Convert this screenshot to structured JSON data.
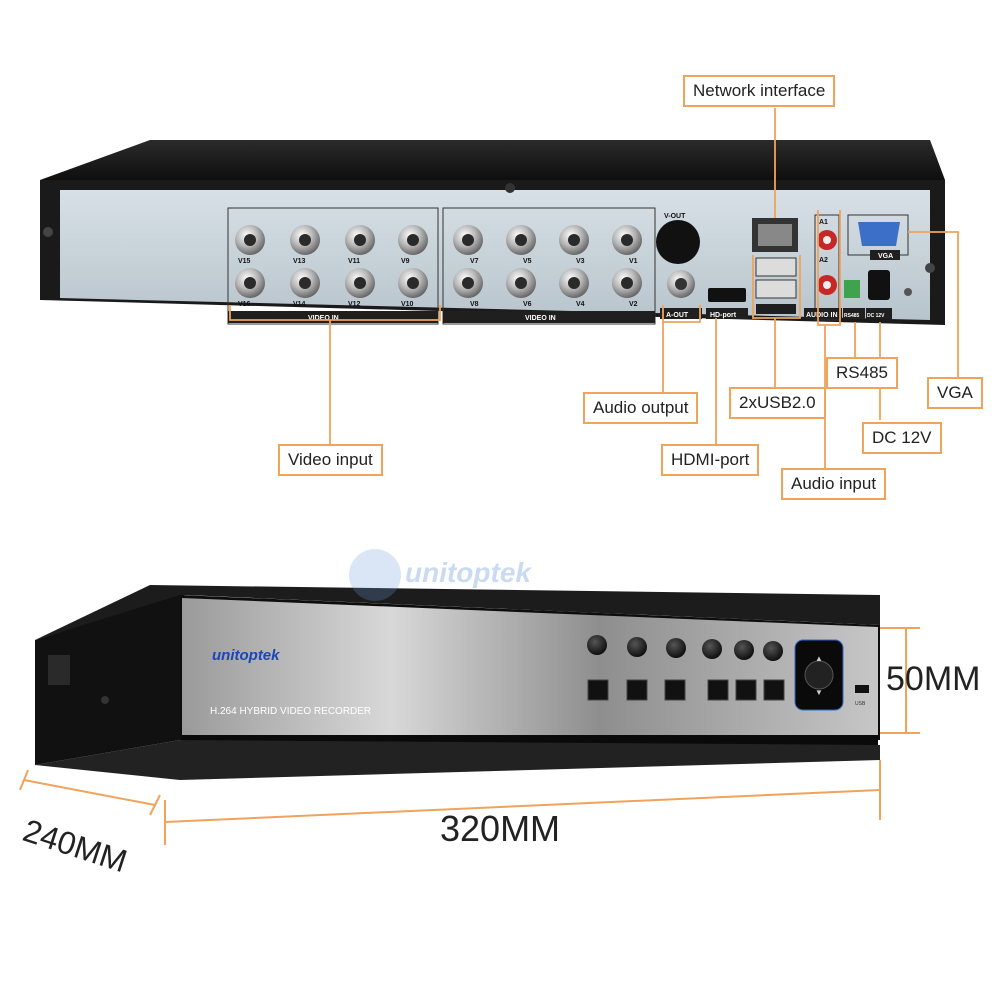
{
  "callouts": {
    "network": "Network interface",
    "video_input": "Video input",
    "audio_output": "Audio output",
    "hdmi": "HDMI-port",
    "usb": "2xUSB2.0",
    "rs485": "RS485",
    "dc": "DC 12V",
    "audio_input": "Audio input",
    "vga": "VGA"
  },
  "panel": {
    "video_in_left": "VIDEO IN",
    "video_in_right": "VIDEO IN",
    "vout": "V-OUT",
    "aout": "A-OUT",
    "hdport": "HD-port",
    "audio_in": "AUDIO IN",
    "rs485": "RS485",
    "dc12v": "DC 12V",
    "vga": "VGA",
    "a1": "A1",
    "a2": "A2",
    "bnc_top": [
      "V15",
      "V13",
      "V11",
      "V9",
      "V7",
      "V5",
      "V3",
      "V1"
    ],
    "bnc_bottom": [
      "V16",
      "V14",
      "V12",
      "V10",
      "V8",
      "V6",
      "V4",
      "V2"
    ]
  },
  "front": {
    "brand": "unitoptek",
    "watermark": "unitoptek",
    "model_text": "H.264 HYBRID VIDEO RECORDER",
    "usb_label": "USB"
  },
  "dimensions": {
    "height": "50MM",
    "width": "320MM",
    "depth": "240MM"
  },
  "colors": {
    "accent": "#f0a35a",
    "chassis": "#1b1b1b",
    "panel": "#c9d4dc"
  }
}
